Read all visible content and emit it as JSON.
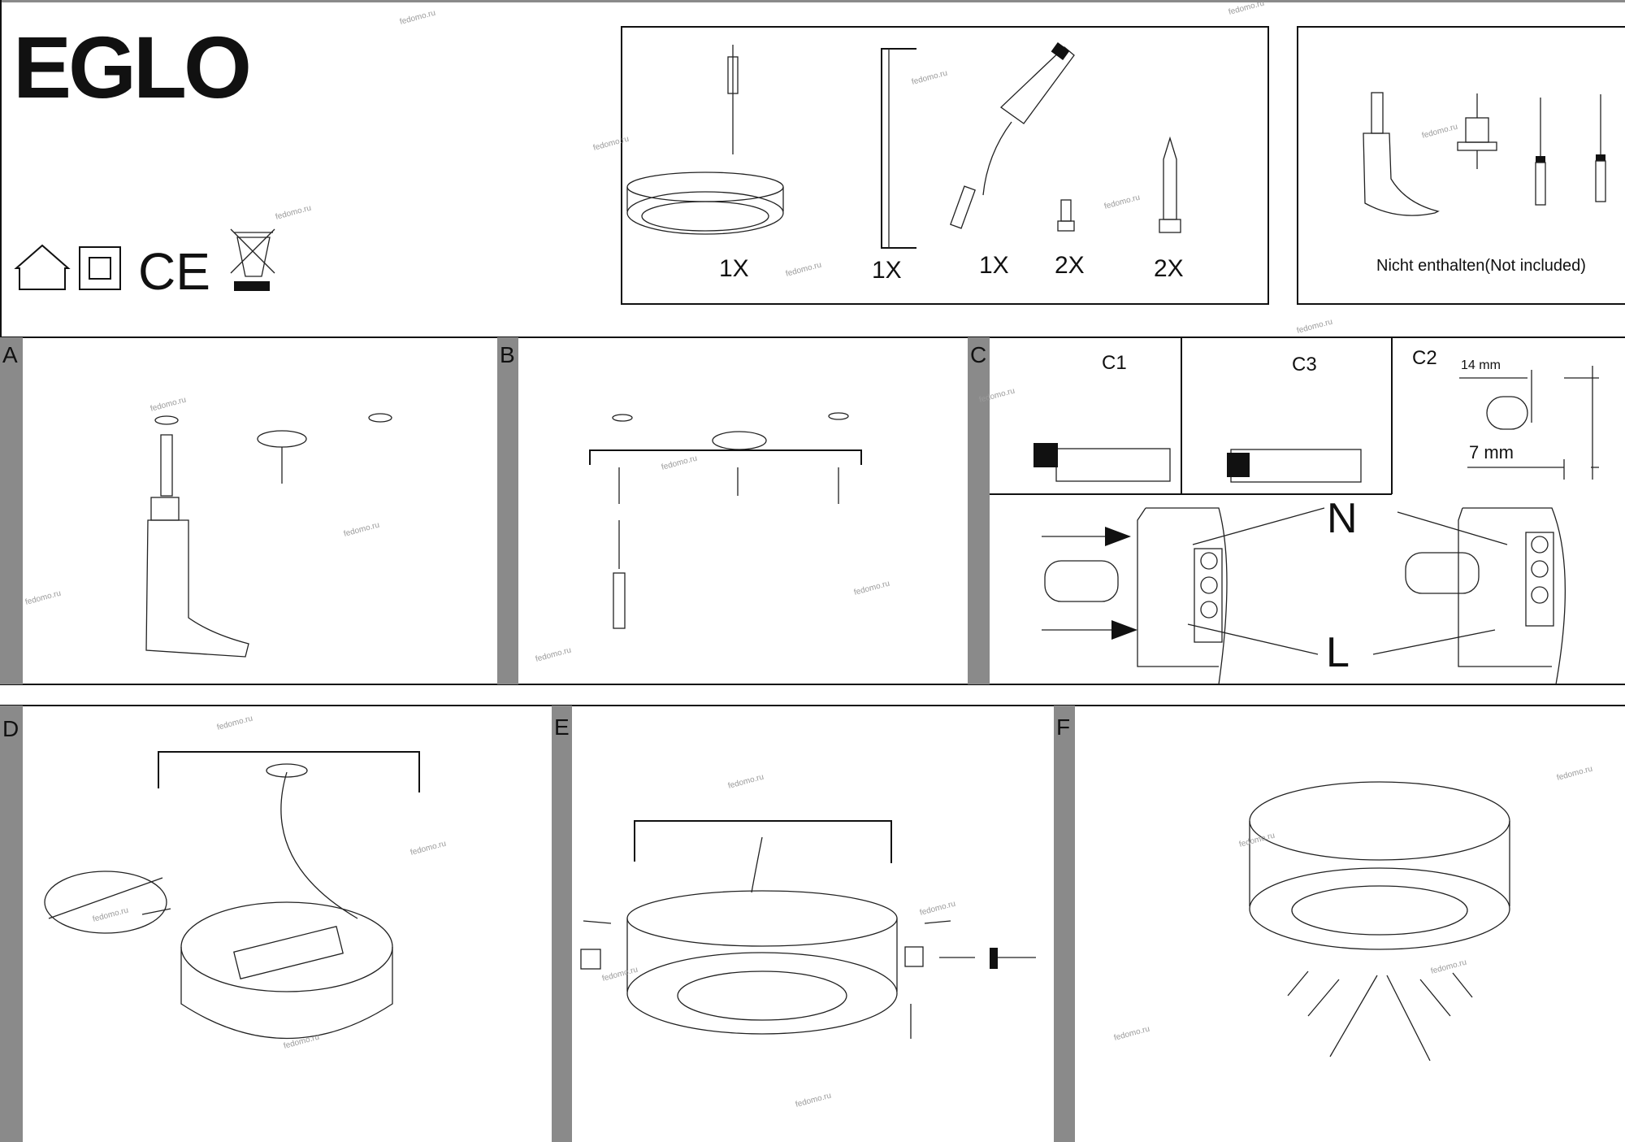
{
  "brand": "EGLO",
  "watermark": "fedomo.ru",
  "certifications": [
    {
      "icon": "indoor-use-house-icon"
    },
    {
      "icon": "class-ii-double-insulation-icon"
    },
    {
      "icon": "ce-mark-icon",
      "text": "CE"
    },
    {
      "icon": "weee-crossed-bin-icon"
    }
  ],
  "parts": {
    "items": [
      {
        "name": "luminaire",
        "qty": "1X"
      },
      {
        "name": "mounting-bracket",
        "qty": "1X"
      },
      {
        "name": "driver",
        "qty": "1X"
      },
      {
        "name": "small-screw",
        "qty": "2X"
      },
      {
        "name": "wall-screw",
        "qty": "2X"
      }
    ]
  },
  "not_included": {
    "label": "Nicht enthalten(Not included)",
    "tools": [
      "drill-icon",
      "hole-saw-icon",
      "flat-screwdriver-icon",
      "phillips-screwdriver-icon"
    ]
  },
  "steps": {
    "a": "A",
    "b": "B",
    "c": "C",
    "d": "D",
    "e": "E",
    "f": "F",
    "c1": "C1",
    "c2": "C2",
    "c3": "C3"
  },
  "wiring": {
    "strip_outer": "14 mm",
    "strip_inner": "7 mm",
    "neutral": "N",
    "live": "L"
  },
  "colors": {
    "panel_strip": "#8a8a8a",
    "line": "#111111"
  }
}
